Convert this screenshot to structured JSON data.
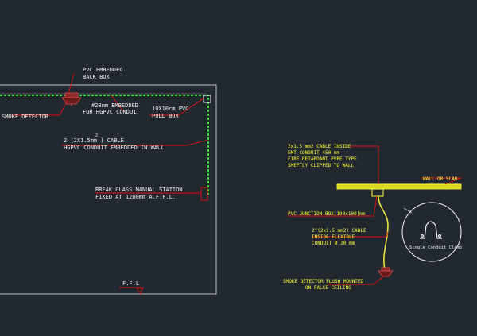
{
  "colors": {
    "background": "#212830",
    "wall": "#bfc3c8",
    "label_white": "#f2f2f2",
    "label_yellow": "#ffff33",
    "leader_red": "#e01010",
    "conduit_green": "#33dd33",
    "slab_fill": "#d6d61c",
    "detector_red": "#d02020"
  },
  "left_detail": {
    "labels": {
      "pvc_backbox_1": "PVC EMBEDDED",
      "pvc_backbox_2": "BACK BOX",
      "smoke_detector": "SMOKE DETECTOR",
      "conduit_1": "#20mm EMBEDDED",
      "conduit_2": "FOR HGPVC CONDUIT",
      "pullbox_1": "10X10cm PVC",
      "pullbox_2": "PULL BOX",
      "cable_1": "2 (2X1.5mm  ) CABLE",
      "cable_sup": "2",
      "cable_2": "HGPVC CONDUIT EMBEDDED IN WALL",
      "break_glass_1": "BREAK GLASS MANUAL STATION",
      "break_glass_2": "FIXED AT 1200mm A.F.F.L.",
      "ffl": "F.F.L"
    }
  },
  "right_detail": {
    "labels": {
      "cable_note_1": "2x1.5 mm2 CABLE INSIDE",
      "cable_note_2": "EMT CONDUIT 450 mm",
      "cable_note_3": "FIRE RETARDANT PVPE TYPE",
      "cable_note_4": "SMEFTLY CLIPPED TO WALL",
      "wall_slab": "WALL OR SLAB",
      "junction_box": "PVC JUNCTION BOX(100x100)mm",
      "flex_1": "2\"(2x1.5 mm2) CABLE",
      "flex_2": "INSIDE FLEXIBLE",
      "flex_3": "CONDUIT Ø 20 mm",
      "clamp": "Single Conduit Clamp",
      "detector_1": "SMOKE DETECTOR FLUSH MOUNTED",
      "detector_2": "ON FALSE CEILING"
    }
  }
}
